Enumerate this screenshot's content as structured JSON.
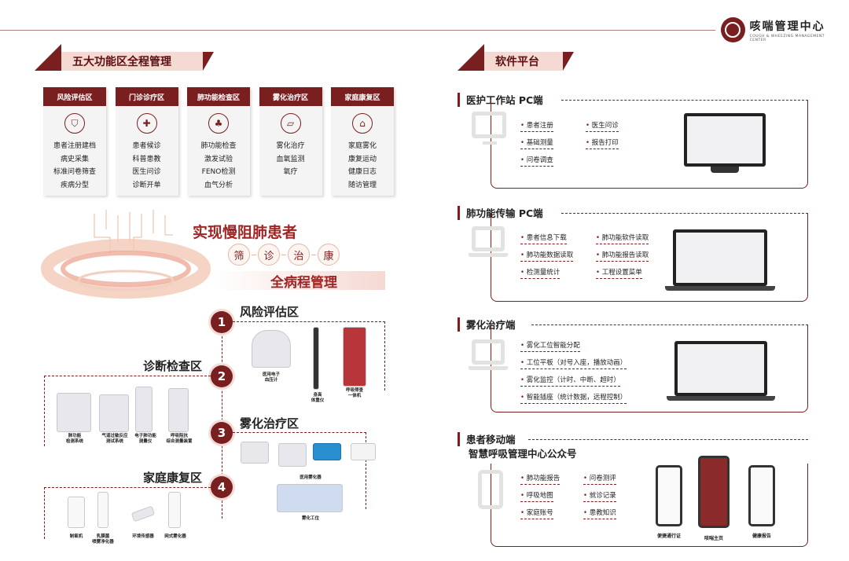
{
  "logo": {
    "name": "咳喘管理中心",
    "sub": "COUGH & WHEEZING MANAGEMENT CENTER"
  },
  "left_section": "五大功能区全程管理",
  "right_section": "软件平台",
  "cards": [
    {
      "title": "风险评估区",
      "icon": "shield-icon",
      "items": [
        "患者注册建档",
        "病史采集",
        "标准问卷筛查",
        "疾病分型"
      ]
    },
    {
      "title": "门诊诊疗区",
      "icon": "medical-cross-icon",
      "items": [
        "患者候诊",
        "科普患教",
        "医生问诊",
        "诊断开单"
      ]
    },
    {
      "title": "肺功能检查区",
      "icon": "lungs-icon",
      "items": [
        "肺功能检查",
        "激发试验",
        "FENO检测",
        "血气分析"
      ]
    },
    {
      "title": "雾化治疗区",
      "icon": "nebulizer-icon",
      "items": [
        "雾化治疗",
        "血氧监测",
        "氧疗"
      ]
    },
    {
      "title": "家庭康复区",
      "icon": "home-icon",
      "items": [
        "家庭雾化",
        "康复运动",
        "健康日志",
        "随访管理"
      ]
    }
  ],
  "mid": {
    "title": "实现慢阻肺患者",
    "steps": [
      "筛",
      "诊",
      "治",
      "康"
    ],
    "subtitle": "全病程管理"
  },
  "zones": [
    {
      "num": "1",
      "title": "风险评估区",
      "devices": [
        "医用电子\n血压计",
        "身高\n体重仪",
        "呼吸筛查\n一体机"
      ]
    },
    {
      "num": "2",
      "title": "诊断检查区",
      "devices": [
        "肺功能\n检测系统",
        "气道过敏反应\n测试系统",
        "电子肺功能\n测量仪",
        "呼吸阻抗\n综合测量装置"
      ]
    },
    {
      "num": "3",
      "title": "雾化治疗区",
      "devices": [
        "医用雾化器",
        "雾化工位"
      ]
    },
    {
      "num": "4",
      "title": "家庭康复区",
      "devices": [
        "制氧机",
        "乳膜菌\n喷雾净化器",
        "环境传感器",
        "网式雾化器"
      ]
    }
  ],
  "panels": [
    {
      "title": "医护工作站 PC端",
      "features": [
        "患者注册",
        "医生问诊",
        "基础测量",
        "报告打印",
        "问卷调查"
      ]
    },
    {
      "title": "肺功能传输 PC端",
      "features": [
        "患者信息下载",
        "肺功能软件读取",
        "肺功能数据读取",
        "肺功能报告读取",
        "检测量统计",
        "工程设置菜单"
      ]
    },
    {
      "title": "雾化治疗端",
      "features": [
        "雾化工位智能分配",
        "工位平板（对号入座，播放动画）",
        "雾化监控（计时、中断、超时）",
        "智能插座（统计数据，远程控制）"
      ]
    },
    {
      "title": "患者移动端",
      "title2": "智慧呼吸管理中心公众号",
      "features": [
        "肺功能报告",
        "问卷测评",
        "呼吸地图",
        "就诊记录",
        "家庭账号",
        "患教知识"
      ],
      "phones": [
        "便捷通行证",
        "咳喘主页",
        "健康报告"
      ]
    }
  ],
  "colors": {
    "brand": "#7a1f1f",
    "accent": "#a02525",
    "light": "#f5d9d3"
  }
}
